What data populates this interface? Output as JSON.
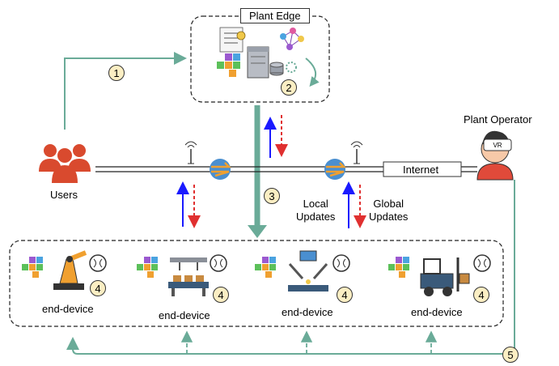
{
  "plant_edge": {
    "title": "Plant Edge"
  },
  "users": {
    "label": "Users"
  },
  "plant_operator": {
    "label": "Plant Operator",
    "vr_text": "VR"
  },
  "internet": {
    "label": "Internet"
  },
  "local_updates": {
    "line1": "Local",
    "line2": "Updates"
  },
  "global_updates": {
    "line1": "Global",
    "line2": "Updates"
  },
  "devices": [
    {
      "label": "end-device",
      "kind": "robot-arm",
      "step": "4"
    },
    {
      "label": "end-device",
      "kind": "conveyor",
      "step": "4"
    },
    {
      "label": "end-device",
      "kind": "welding-machine",
      "step": "4"
    },
    {
      "label": "end-device",
      "kind": "forklift",
      "step": "4"
    }
  ],
  "steps": {
    "s1": "1",
    "s2": "2",
    "s3": "3",
    "s5": "5"
  },
  "colors": {
    "teal": "#6aab98",
    "blue": "#1a1aff",
    "red": "#e03030",
    "user_red": "#d94a2e"
  }
}
